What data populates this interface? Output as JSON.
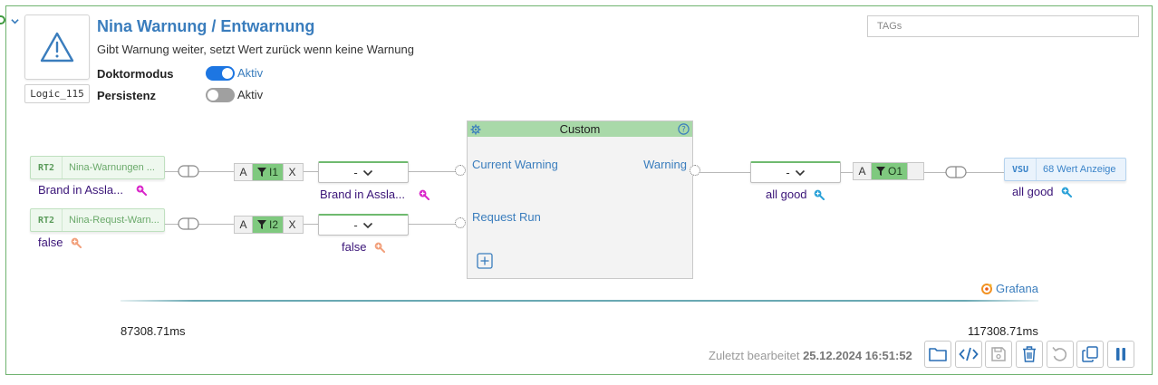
{
  "header": {
    "title": "Nina Warnung / Entwarnung",
    "description": "Gibt Warnung weiter, setzt Wert zurück wenn keine Warnung",
    "logic_id": "Logic_115",
    "tags_placeholder": "TAGs",
    "doktormodus": {
      "label": "Doktormodus",
      "state": "Aktiv",
      "on": true
    },
    "persistenz": {
      "label": "Persistenz",
      "state": "Aktiv",
      "on": false
    }
  },
  "inputs": [
    {
      "tag": "RT2",
      "name": "Nina-Warnungen ...",
      "value": "Brand in Assla...",
      "port": "I1",
      "a": "A",
      "x": "X",
      "select": "-",
      "select_value": "Brand in Assla..."
    },
    {
      "tag": "RT2",
      "name": "Nina-Requst-Warn...",
      "value": "false",
      "port": "I2",
      "a": "A",
      "x": "X",
      "select": "-",
      "select_value": "false"
    }
  ],
  "custom": {
    "title": "Custom",
    "in_ports": [
      "Current Warning",
      "Request Run"
    ],
    "out_port": "Warning"
  },
  "output": {
    "select": "-",
    "select_value": "all good",
    "a": "A",
    "port": "O1",
    "target_tag": "VSU",
    "target_name": "68 Wert Anzeige",
    "target_value": "all good"
  },
  "timeline": {
    "grafana": "Grafana",
    "start": "87308.71ms",
    "end": "117308.71ms"
  },
  "footer": {
    "last_edited_label": "Zuletzt bearbeitet",
    "last_edited_value": "25.12.2024 16:51:52"
  },
  "colors": {
    "accent": "#3a7dbd",
    "border": "#6fb36f",
    "magenta": "#d926c9",
    "orange": "#f2a07b",
    "cyan": "#2aa1d8"
  }
}
